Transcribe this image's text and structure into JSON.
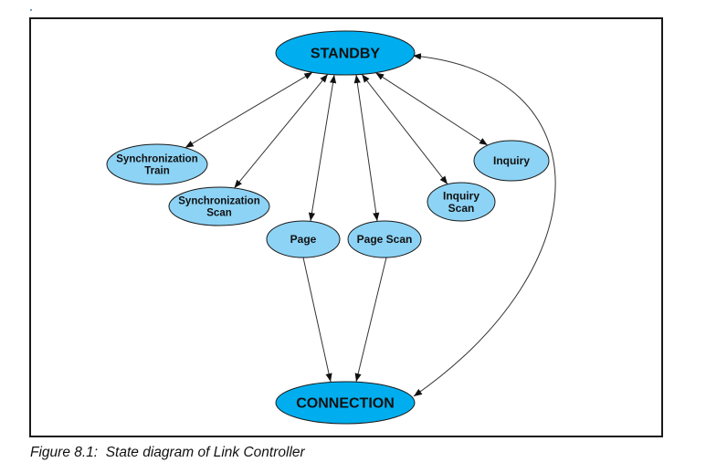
{
  "figure": {
    "caption": "Figure 8.1:  State diagram of Link Controller",
    "colors": {
      "primary_state_fill": "#00AEEF",
      "secondary_state_fill": "#8DD3F5",
      "stroke": "#1a1a1a",
      "edge": "#333333",
      "frame": "#1a1a1a"
    }
  },
  "nodes": [
    {
      "id": "standby",
      "kind": "primary",
      "lines": [
        "STANDBY"
      ]
    },
    {
      "id": "sync_train",
      "kind": "secondary",
      "lines": [
        "Synchronization",
        "Train"
      ]
    },
    {
      "id": "sync_scan",
      "kind": "secondary",
      "lines": [
        "Synchronization",
        "Scan"
      ]
    },
    {
      "id": "page",
      "kind": "secondary",
      "lines": [
        "Page"
      ]
    },
    {
      "id": "page_scan",
      "kind": "secondary",
      "lines": [
        "Page Scan"
      ]
    },
    {
      "id": "inquiry_scan",
      "kind": "secondary",
      "lines": [
        "Inquiry",
        "Scan"
      ]
    },
    {
      "id": "inquiry",
      "kind": "secondary",
      "lines": [
        "Inquiry"
      ]
    },
    {
      "id": "connection",
      "kind": "primary",
      "lines": [
        "CONNECTION"
      ]
    }
  ],
  "edges": [
    {
      "from": "standby",
      "to": "sync_train",
      "bidirectional": true
    },
    {
      "from": "standby",
      "to": "sync_scan",
      "bidirectional": true
    },
    {
      "from": "standby",
      "to": "page",
      "bidirectional": true
    },
    {
      "from": "standby",
      "to": "page_scan",
      "bidirectional": true
    },
    {
      "from": "standby",
      "to": "inquiry_scan",
      "bidirectional": true
    },
    {
      "from": "standby",
      "to": "inquiry",
      "bidirectional": true
    },
    {
      "from": "page",
      "to": "connection",
      "bidirectional": false
    },
    {
      "from": "page_scan",
      "to": "connection",
      "bidirectional": false
    },
    {
      "from": "standby",
      "to": "connection",
      "bidirectional": true,
      "curved": true
    }
  ]
}
